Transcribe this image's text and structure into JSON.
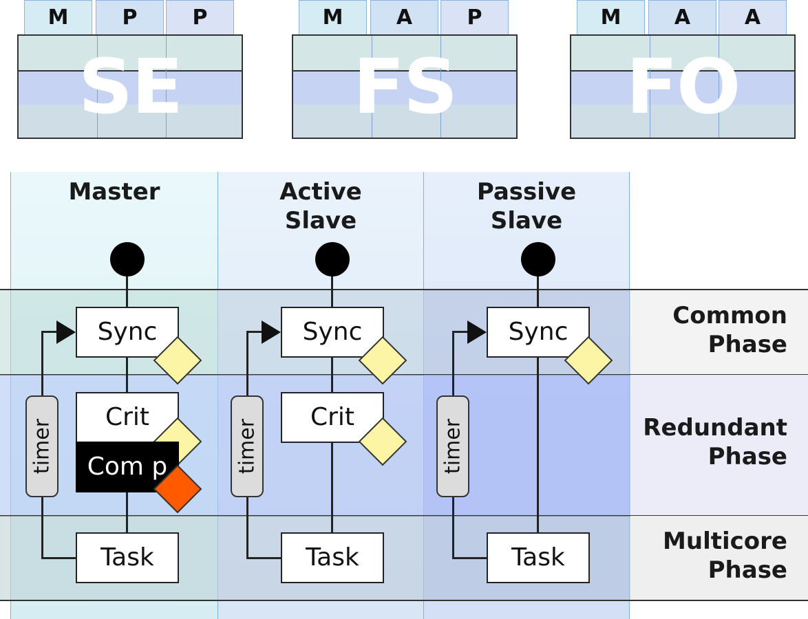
{
  "modes": [
    {
      "name": "SE",
      "tabs": [
        "M",
        "P",
        "P"
      ]
    },
    {
      "name": "FS",
      "tabs": [
        "M",
        "A",
        "P"
      ]
    },
    {
      "name": "FO",
      "tabs": [
        "M",
        "A",
        "A"
      ]
    }
  ],
  "columns": [
    {
      "title_line1": "Master",
      "title_line2": ""
    },
    {
      "title_line1": "Active",
      "title_line2": "Slave"
    },
    {
      "title_line1": "Passive",
      "title_line2": "Slave"
    }
  ],
  "phases": [
    {
      "line1": "Common",
      "line2": "Phase"
    },
    {
      "line1": "Redundant",
      "line2": "Phase"
    },
    {
      "line1": "Multicore",
      "line2": "Phase"
    }
  ],
  "nodes": {
    "sync": "Sync",
    "crit": "Crit",
    "comp": "Com p",
    "task": "Task",
    "timer": "timer"
  },
  "colors": {
    "diamond": "#fcf5a6",
    "diamond_comp": "#ff5a00"
  }
}
